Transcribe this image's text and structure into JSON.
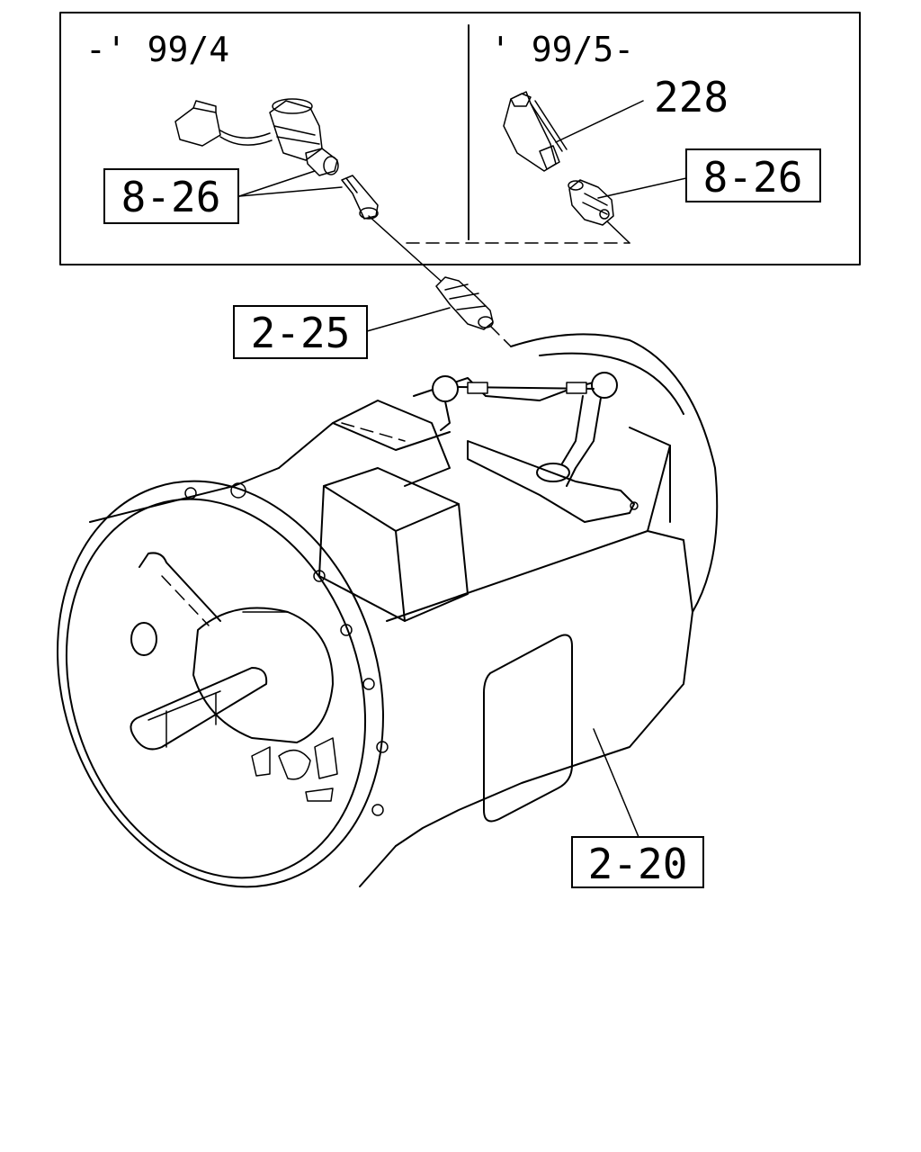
{
  "inset": {
    "left_period": "-' 99/4",
    "right_period": "' 99/5-"
  },
  "callouts": {
    "sensor_old": "8-26",
    "sensor_new": "8-26",
    "bracket": "228",
    "switch": "2-25",
    "transmission": "2-20"
  }
}
